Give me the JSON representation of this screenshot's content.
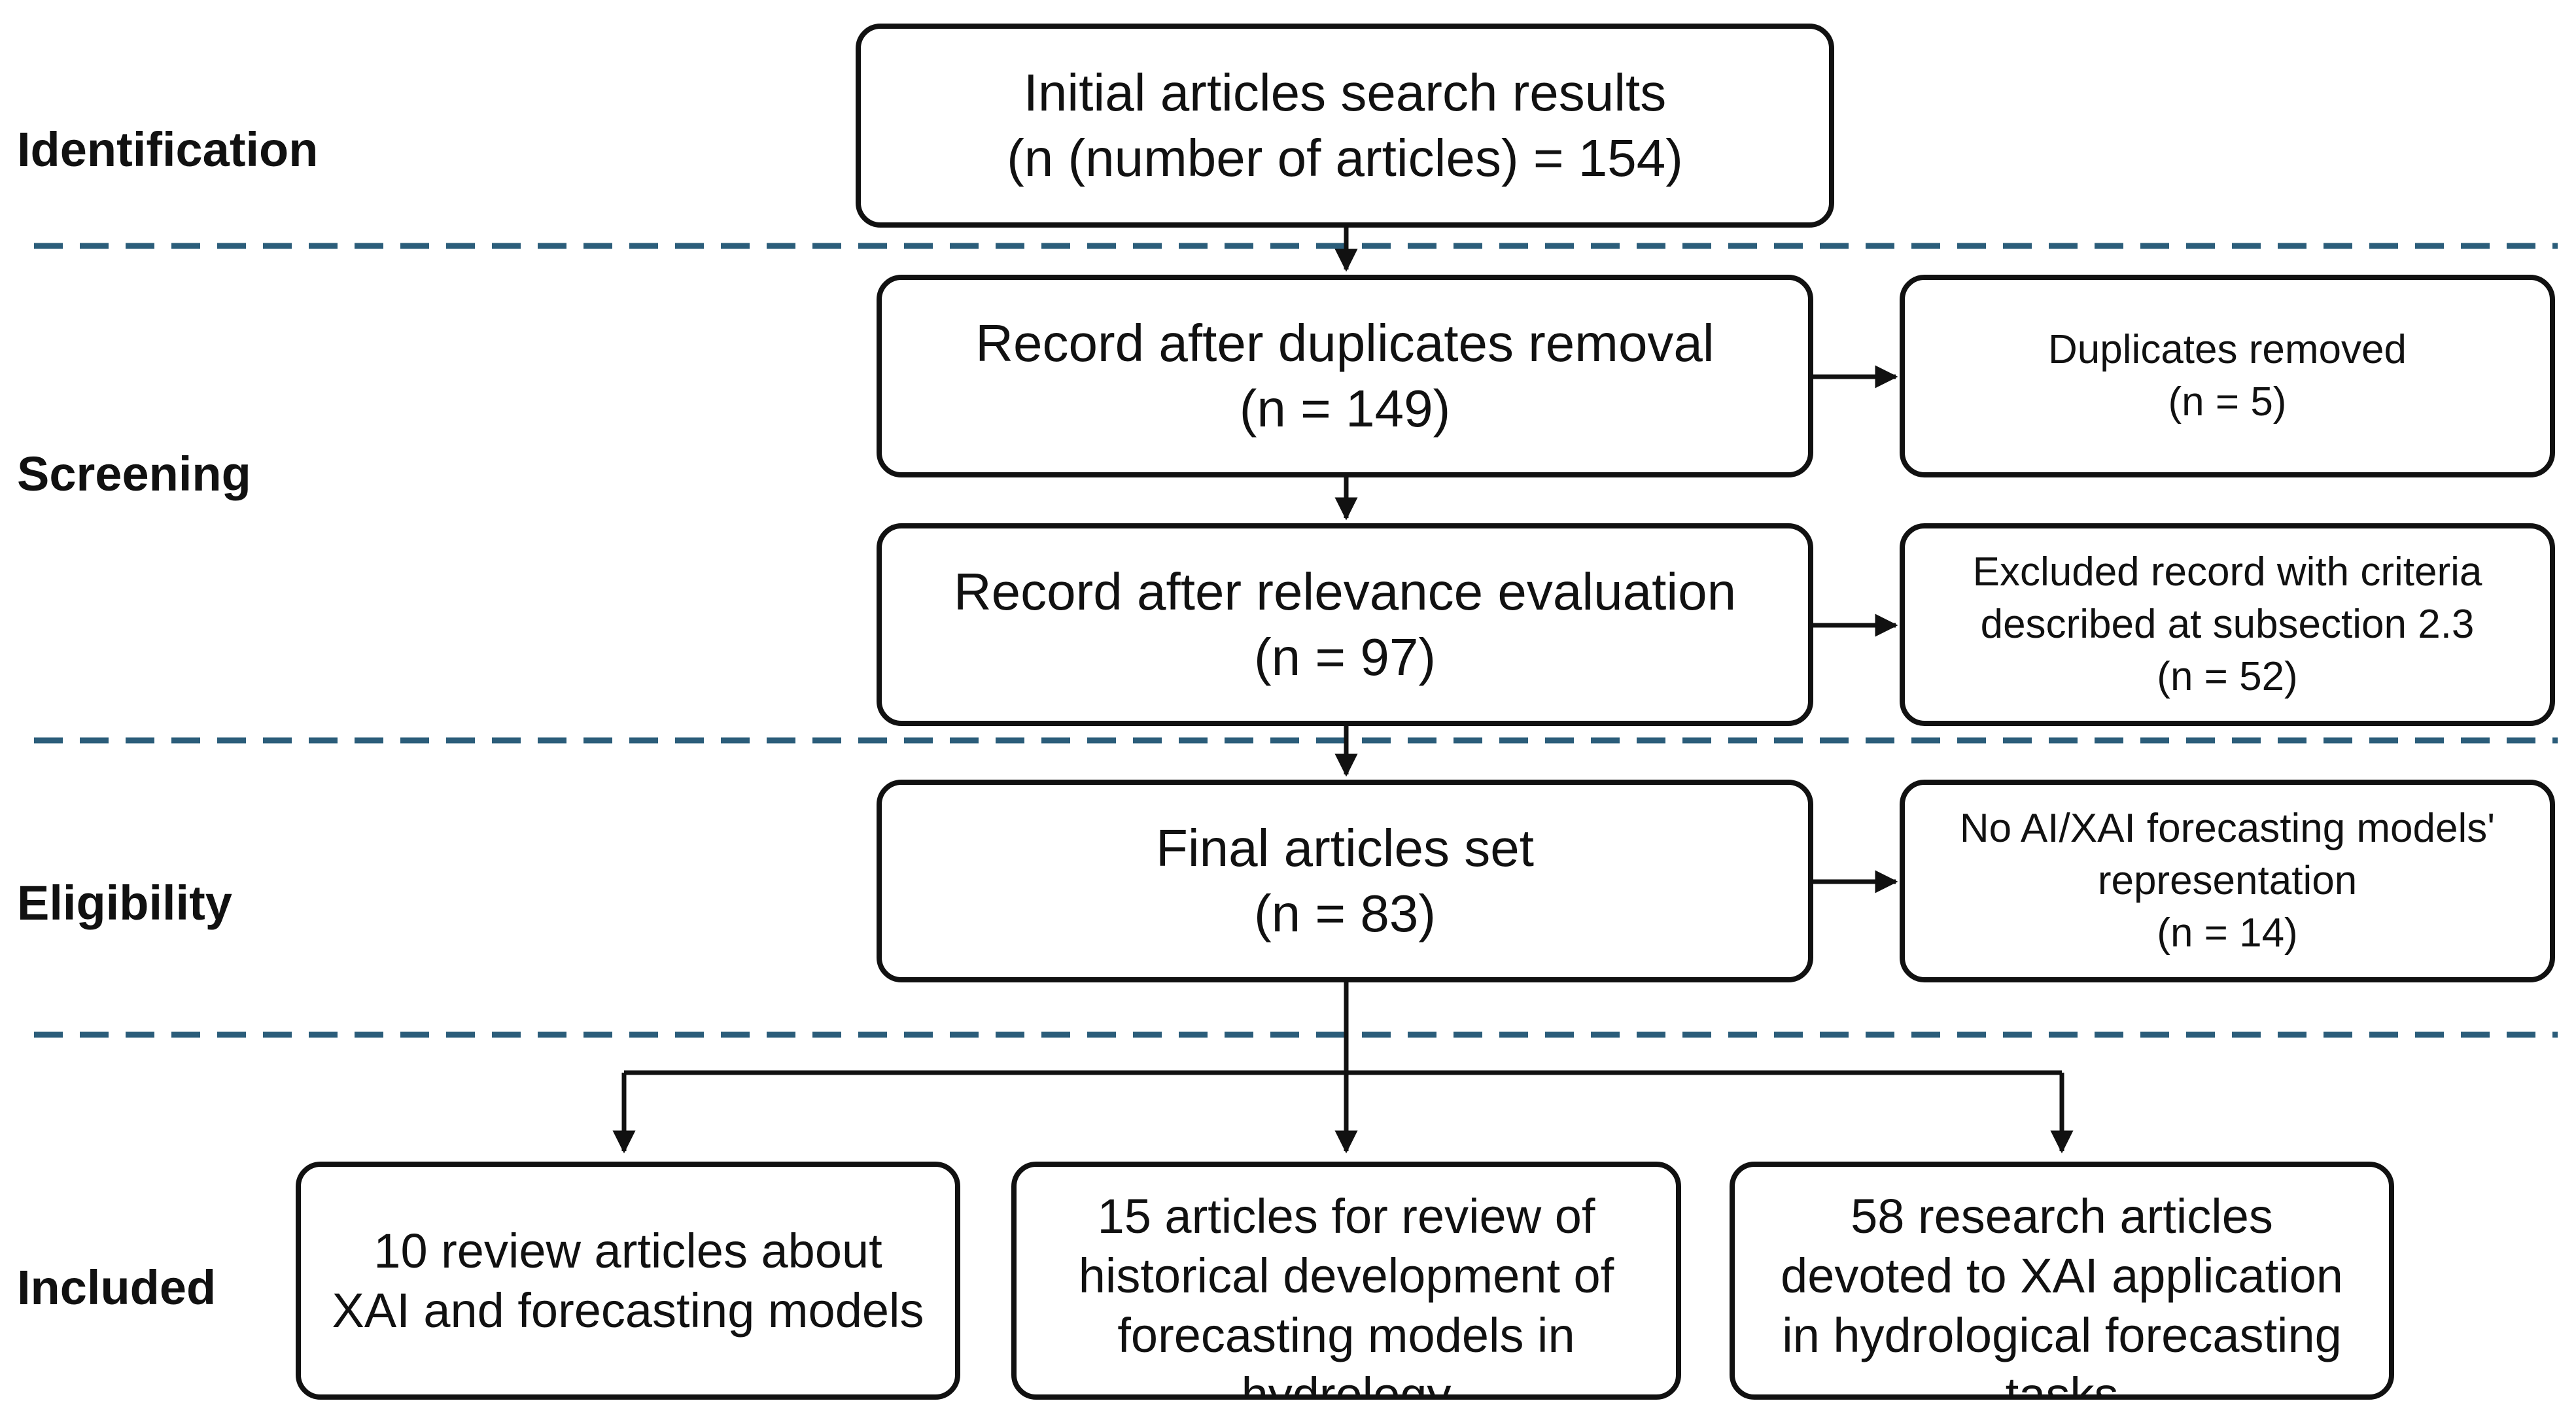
{
  "stages": {
    "identification": "Identification",
    "screening": "Screening",
    "eligibility": "Eligibility",
    "included": "Included"
  },
  "boxes": {
    "initial": {
      "line1": "Initial articles search results",
      "line2": "(n (number of articles) = 154)"
    },
    "duplicates_removal": {
      "line1": "Record after duplicates removal",
      "line2": "(n = 149)"
    },
    "duplicates_removed": {
      "line1": "Duplicates removed",
      "line2": "(n = 5)"
    },
    "relevance": {
      "line1": "Record after relevance evaluation",
      "line2": "(n = 97)"
    },
    "excluded": {
      "line1": "Excluded record with criteria",
      "line2": "described at subsection 2.3",
      "line3": "(n = 52)"
    },
    "final_set": {
      "line1": "Final articles set",
      "line2": "(n = 83)"
    },
    "no_ai": {
      "line1": "No AI/XAI forecasting models'",
      "line2": "representation",
      "line3": "(n = 14)"
    },
    "review_articles": {
      "line1": "10 review articles about",
      "line2": "XAI and forecasting models"
    },
    "historical": {
      "line1": "15 articles for review of",
      "line2": "historical development of",
      "line3": "forecasting models in",
      "line4": "hydrology"
    },
    "research": {
      "line1": "58 research articles",
      "line2": "devoted to XAI application",
      "line3": "in hydrological forecasting",
      "line4": "tasks"
    }
  },
  "colors": {
    "stage_divider": "#2b5d7a",
    "box_border": "#111111",
    "arrow": "#111111"
  }
}
